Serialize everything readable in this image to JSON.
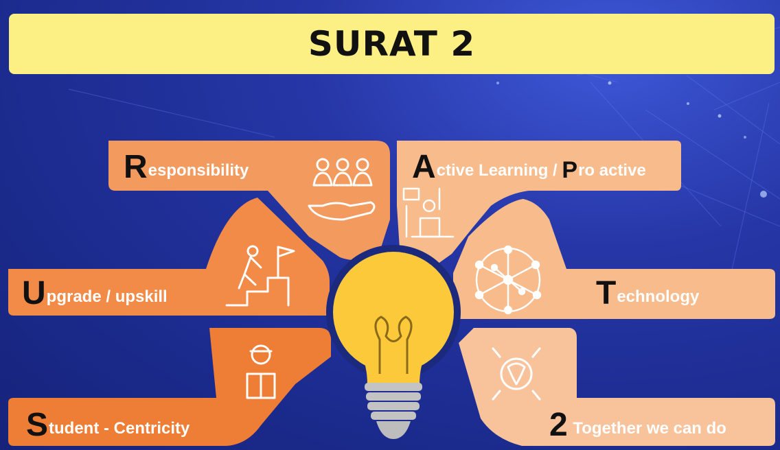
{
  "title": "SURAT 2",
  "colors": {
    "background": "#1d2a86",
    "title_bar": "#fcef84",
    "orange_dark": "#ee7d35",
    "orange_mid": "#f39a5f",
    "orange_light": "#f7bb8c",
    "bulb": "#fbc93a"
  },
  "items": [
    {
      "initial": "R",
      "rest": "esponsibility",
      "icon": "people-in-hand-icon"
    },
    {
      "initial": "A",
      "rest": "ctive Learning / ",
      "initial2": "P",
      "rest2": "ro active",
      "icon": "raising-hand-icon"
    },
    {
      "initial": "U",
      "rest": "pgrade / upskill",
      "icon": "climbing-stairs-flag-icon"
    },
    {
      "initial": "T",
      "rest": "echnology",
      "icon": "network-globe-icon"
    },
    {
      "initial": "S",
      "rest": "tudent - Centricity",
      "icon": "student-reading-icon"
    },
    {
      "initial": "2",
      "rest": " Together we can do",
      "icon": "joined-hands-icon"
    }
  ],
  "center_icon": "lightbulb-icon"
}
